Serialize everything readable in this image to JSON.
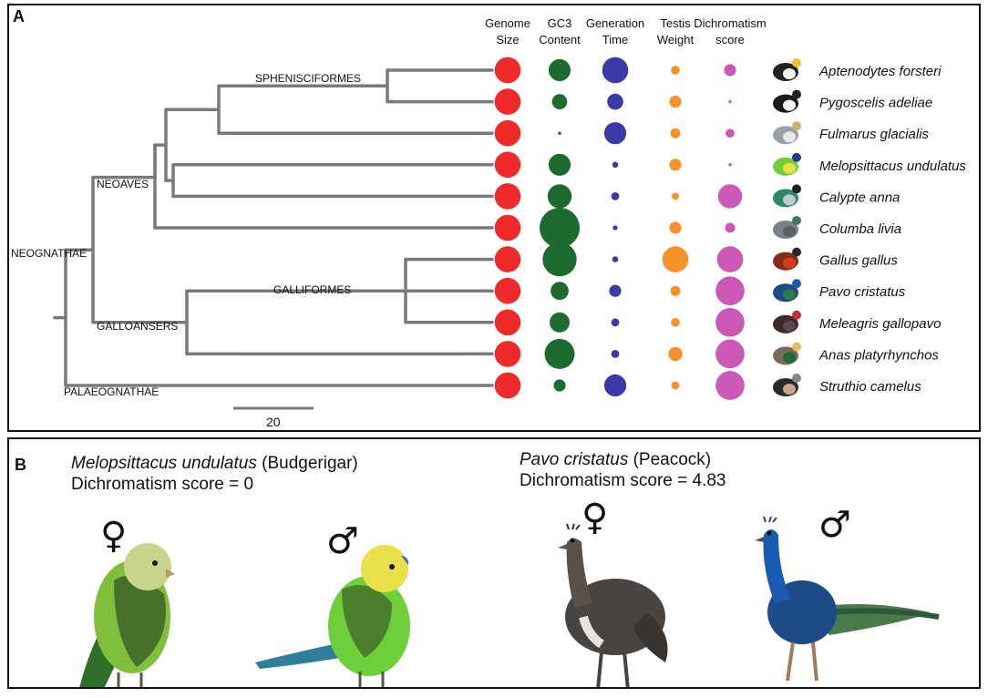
{
  "panelA": {
    "label": "A",
    "headers": [
      {
        "line1": "Genome",
        "line2": "Size",
        "color": "#ee2a2a"
      },
      {
        "line1": "GC3",
        "line2": "Content",
        "color": "#1e6b30"
      },
      {
        "line1": "Generation",
        "line2": "Time",
        "color": "#3a3aa8"
      },
      {
        "line1": "Testis",
        "line2": "Weight",
        "color": "#f5922a"
      },
      {
        "line1": "Dichromatism",
        "line2": "score",
        "color": "#cc58b8"
      }
    ],
    "species": [
      {
        "name": "Aptenodytes forsteri",
        "picture": "emperor-penguin",
        "sizes": [
          0.65,
          0.55,
          0.65,
          0.22,
          0.3
        ]
      },
      {
        "name": "Pygoscelis adeliae",
        "picture": "adelie-penguin",
        "sizes": [
          0.65,
          0.38,
          0.4,
          0.3,
          0.08
        ]
      },
      {
        "name": "Fulmarus glacialis",
        "picture": "fulmar",
        "sizes": [
          0.65,
          0.08,
          0.55,
          0.25,
          0.22
        ]
      },
      {
        "name": "Melopsittacus undulatus",
        "picture": "budgerigar",
        "sizes": [
          0.65,
          0.55,
          0.15,
          0.3,
          0.08
        ]
      },
      {
        "name": "Calypte anna",
        "picture": "hummingbird",
        "sizes": [
          0.65,
          0.6,
          0.2,
          0.18,
          0.6
        ]
      },
      {
        "name": "Columba livia",
        "picture": "pigeon",
        "sizes": [
          0.65,
          1.0,
          0.12,
          0.3,
          0.25
        ]
      },
      {
        "name": "Gallus gallus",
        "picture": "rooster",
        "sizes": [
          0.65,
          0.85,
          0.15,
          0.65,
          0.65
        ]
      },
      {
        "name": "Pavo cristatus",
        "picture": "peacock",
        "sizes": [
          0.65,
          0.45,
          0.3,
          0.25,
          0.72
        ]
      },
      {
        "name": "Meleagris gallopavo",
        "picture": "turkey",
        "sizes": [
          0.65,
          0.5,
          0.2,
          0.22,
          0.72
        ]
      },
      {
        "name": "Anas platyrhynchos",
        "picture": "mallard",
        "sizes": [
          0.65,
          0.75,
          0.2,
          0.35,
          0.72
        ]
      },
      {
        "name": "Struthio camelus",
        "picture": "ostrich",
        "sizes": [
          0.65,
          0.3,
          0.55,
          0.2,
          0.72
        ]
      }
    ],
    "clades": {
      "neognathae": "NEOGNATHAE",
      "neoaves": "NEOAVES",
      "sphenisciformes": "SPHENISCIFORMES",
      "galloansers": "GALLOANSERS",
      "galliformes": "GALLIFORMES",
      "palaeognathae": "PALAEOGNATHAE"
    },
    "scale_label": "20"
  },
  "panelB": {
    "label": "B",
    "left": {
      "species": "Melopsittacus undulatus",
      "common": "(Budgerigar)",
      "score_text": "Dichromatism score = 0",
      "female_symbol": "♀",
      "male_symbol": "♂"
    },
    "right": {
      "species": "Pavo cristatus",
      "common": "(Peacock)",
      "score_text": "Dichromatism score = 4.83",
      "female_symbol": "♀",
      "male_symbol": "♂"
    }
  },
  "colors": {
    "branch": "#7a7a7a",
    "genome": "#ee2a2a",
    "gc3": "#1e6b30",
    "generation": "#3a3aa8",
    "testis": "#f5922a",
    "dichromatism": "#cc58b8"
  }
}
